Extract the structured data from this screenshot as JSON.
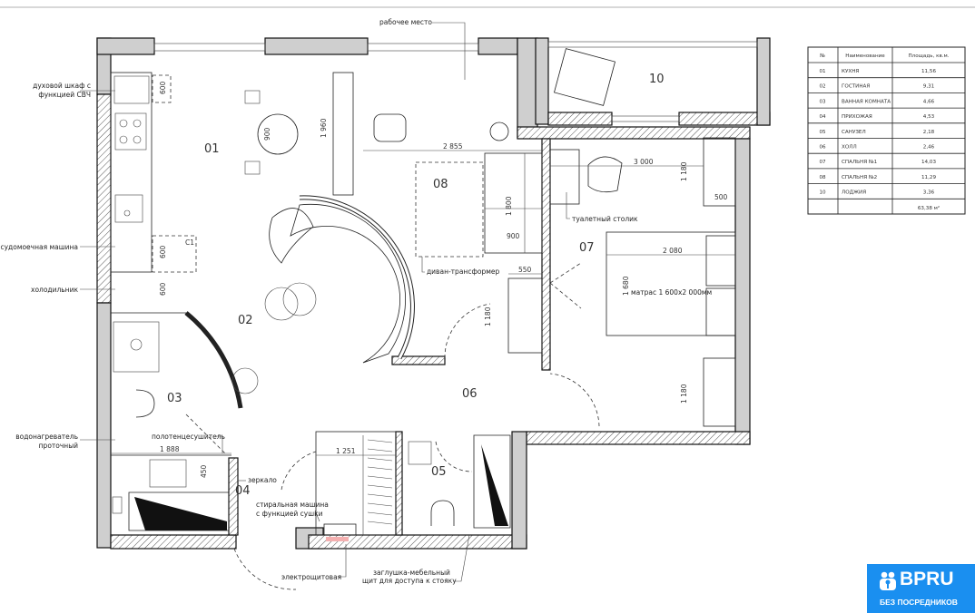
{
  "rooms": {
    "r01": "01",
    "r02": "02",
    "r03": "03",
    "r04": "04",
    "r05": "05",
    "r06": "06",
    "r07": "07",
    "r08": "08",
    "r10": "10"
  },
  "labels": {
    "workplace": "рабочее место",
    "oven": [
      "духовой шкаф с",
      "функцией СВЧ"
    ],
    "dishwasher": "посудомоечная машина",
    "fridge": "холодильник",
    "water_heater": [
      "водонагреватель",
      "проточный"
    ],
    "towel_dryer": "полотенцесушитель",
    "mirror": "зеркало",
    "washer": [
      "стиральная машина",
      "с функцией сушки"
    ],
    "electric_panel": "электрощитовая",
    "panel_cover": [
      "заглушка-мебельный",
      "щит для доступа к стояку"
    ],
    "sofa_bed": "диван-трансформер",
    "vanity": "туалетный столик",
    "mattress": "матрас 1 600х2 000мм"
  },
  "dimensions": {
    "table_d": "900",
    "kitchen_1960": "1 960",
    "w2855": "2 855",
    "sofa_1800": "1 800",
    "sofa_900": "900",
    "w3000": "3 000",
    "wardrobe1_1180": "1 180",
    "w500": "500",
    "w550": "550",
    "wardrobe2_1180": "1 180",
    "bed_2080": "2 080",
    "bed_1680": "1 680",
    "wardrobe3_1180": "1 180",
    "oven_600": "600",
    "dw_600": "600",
    "fridge_600": "600",
    "bath_1888": "1 888",
    "bath_450": "450",
    "hall_1251": "1 251",
    "c1": "С1"
  },
  "area_table": {
    "headers": [
      "№",
      "Наименование",
      "Площадь, кв.м."
    ],
    "rows": [
      [
        "01",
        "КУХНЯ",
        "11,56"
      ],
      [
        "02",
        "ГОСТИНАЯ",
        "9,31"
      ],
      [
        "03",
        "ВАННАЯ КОМНАТА",
        "4,66"
      ],
      [
        "04",
        "ПРИХОЖАЯ",
        "4,53"
      ],
      [
        "05",
        "САНУЗЕЛ",
        "2,18"
      ],
      [
        "06",
        "ХОЛЛ",
        "2,46"
      ],
      [
        "07",
        "СПАЛЬНЯ №1",
        "14,03"
      ],
      [
        "08",
        "СПАЛЬНЯ №2",
        "11,29"
      ],
      [
        "10",
        "ЛОДЖИЯ",
        "3,36"
      ]
    ],
    "total": "63,38 м²"
  },
  "logo": {
    "brand": "BPRU",
    "tagline": "БЕЗ ПОСРЕДНИКОВ",
    "color": "#1a8ff0"
  }
}
